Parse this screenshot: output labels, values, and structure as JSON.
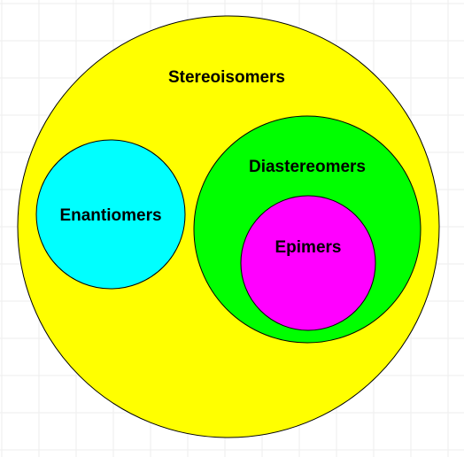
{
  "diagram": {
    "background_grid": true,
    "sets": {
      "outer": {
        "label": "Stereoisomers",
        "color": "#ffff00"
      },
      "left": {
        "label": "Enantiomers",
        "color": "#00ffff"
      },
      "right": {
        "label": "Diastereomers",
        "color": "#00ff00"
      },
      "inner": {
        "label": "Epimers",
        "color": "#ff00ff"
      }
    },
    "edge_color": "#000000",
    "grid_color": "#eeeeee"
  }
}
